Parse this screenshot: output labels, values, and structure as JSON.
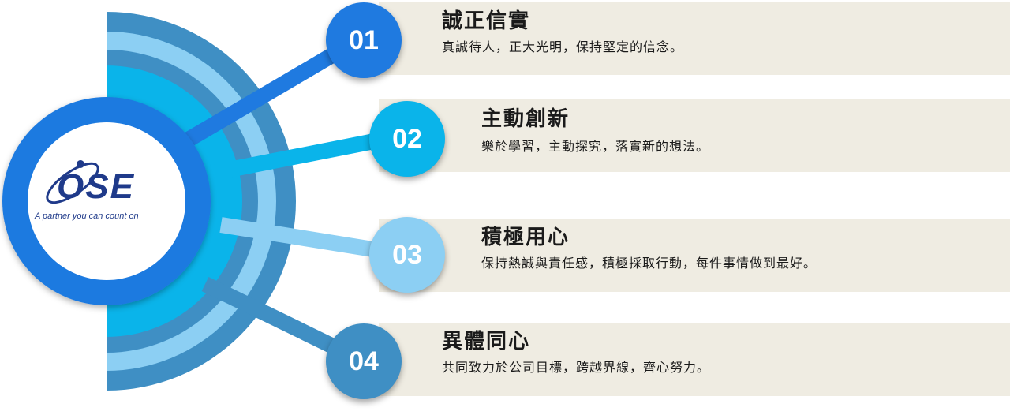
{
  "logo": {
    "brand": "OSE",
    "tagline": "A partner you can count on"
  },
  "values": [
    {
      "number": "01",
      "title": "誠正信實",
      "description": "真誠待人，正大光明，保持堅定的信念。"
    },
    {
      "number": "02",
      "title": "主動創新",
      "description": "樂於學習，主動探究，落實新的想法。"
    },
    {
      "number": "03",
      "title": "積極用心",
      "description": "保持熱誠與責任感，積極採取行動，每件事情做到最好。"
    },
    {
      "number": "04",
      "title": "異體同心",
      "description": "共同致力於公司目標，跨越界線，齊心努力。"
    }
  ],
  "colors": {
    "panel_bg": "#efece2",
    "circle_01": "#1f7ae0",
    "circle_02": "#0ab4ea",
    "circle_03": "#8ccff3",
    "circle_04": "#3f8fc4",
    "logo_text": "#1f3a8a"
  }
}
